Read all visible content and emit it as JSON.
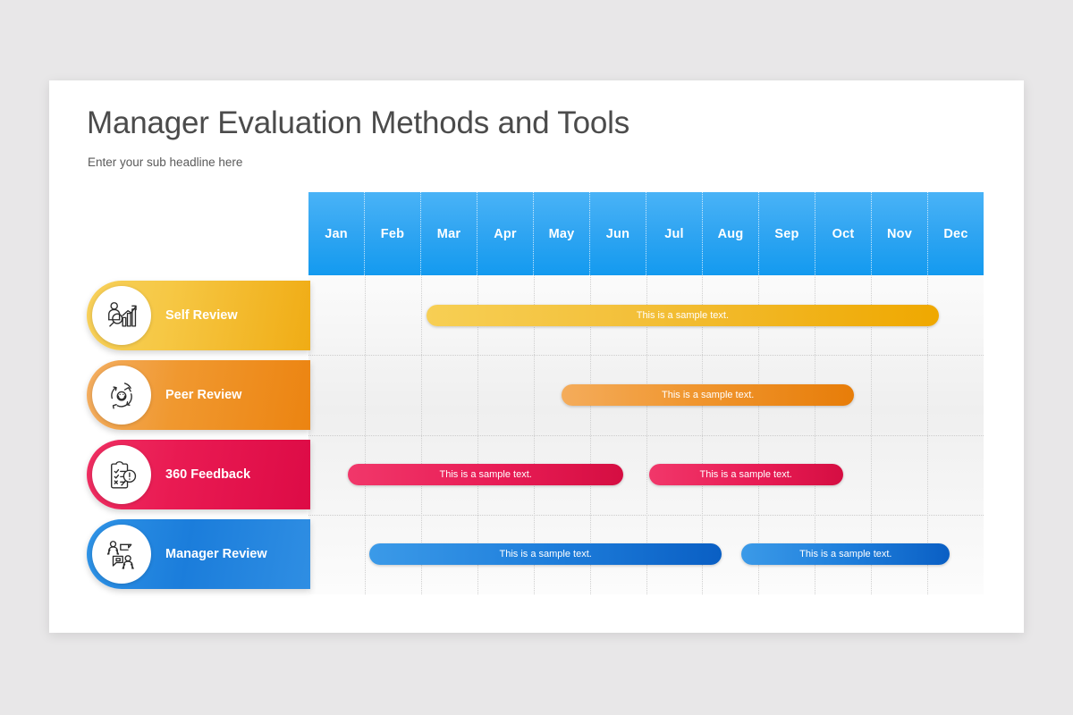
{
  "slide": {
    "title": "Manager Evaluation Methods and Tools",
    "subtitle": "Enter your sub headline here",
    "background_color": "#e8e7e8",
    "card_color": "#ffffff"
  },
  "timeline": {
    "header_color": "#1f9ff2",
    "months": [
      "Jan",
      "Feb",
      "Mar",
      "Apr",
      "May",
      "Jun",
      "Jul",
      "Aug",
      "Sep",
      "Oct",
      "Nov",
      "Dec"
    ],
    "column_count": 12
  },
  "chart_data": {
    "type": "bar",
    "title": "Manager Evaluation Methods and Tools",
    "subtitle": "Enter your sub headline here",
    "xlabel": "",
    "ylabel": "",
    "categories": [
      "Jan",
      "Feb",
      "Mar",
      "Apr",
      "May",
      "Jun",
      "Jul",
      "Aug",
      "Sep",
      "Oct",
      "Nov",
      "Dec"
    ],
    "legend_position": "left",
    "grid": true,
    "rows": [
      {
        "label": "Self Review",
        "icon": "person-chart-magnifier-icon",
        "color": "#f0ac15",
        "bars": [
          {
            "start_month": "Mar",
            "end_month": "Nov",
            "start_index": 2.1,
            "end_index": 11.2,
            "text": "This is a sample text."
          }
        ]
      },
      {
        "label": "Peer Review",
        "icon": "peer-feedback-cycle-icon",
        "color": "#ec8411",
        "bars": [
          {
            "start_month": "May",
            "end_month": "Sep",
            "start_index": 4.5,
            "end_index": 9.7,
            "text": "This is a sample text."
          }
        ]
      },
      {
        "label": "360 Feedback",
        "icon": "clipboard-magnifier-icon",
        "color": "#dd0b46",
        "bars": [
          {
            "start_month": "Jan",
            "end_month": "Jun",
            "start_index": 0.7,
            "end_index": 5.6,
            "text": "This is a sample text."
          },
          {
            "start_month": "Jul",
            "end_month": "Sep",
            "start_index": 6.05,
            "end_index": 9.5,
            "text": "This is a sample text."
          }
        ]
      },
      {
        "label": "Manager Review",
        "icon": "team-discussion-icon",
        "color": "#1b7ddb",
        "bars": [
          {
            "start_month": "Feb",
            "end_month": "Aug",
            "start_index": 1.08,
            "end_index": 7.35,
            "text": "This is a sample text."
          },
          {
            "start_month": "Sep",
            "end_month": "Nov",
            "start_index": 7.7,
            "end_index": 11.4,
            "text": "This is a sample text."
          }
        ]
      }
    ]
  }
}
